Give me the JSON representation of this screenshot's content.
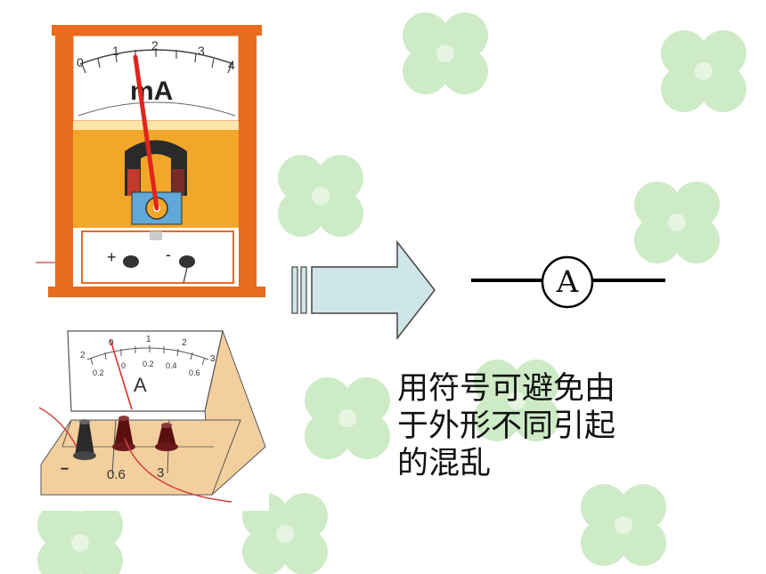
{
  "colors": {
    "background_leaf": "#cdebc6",
    "meter_frame": "#e86b1e",
    "meter_body": "#f2a72a",
    "needle": "#e0241d",
    "arrow_fill": "#cfe6e8"
  },
  "meter1": {
    "scale_labels": [
      "0",
      "1",
      "2",
      "3",
      "4"
    ],
    "unit": "mA",
    "plus_sign": "+",
    "minus_sign": "-"
  },
  "meter2": {
    "scale_labels": [
      "2",
      "0",
      "1",
      "2",
      "3"
    ],
    "small_labels": [
      "0.2",
      "0",
      "0.2",
      "0.4",
      "0.6"
    ],
    "unit": "A",
    "terminal_labels": [
      "−",
      "0.6",
      "3"
    ]
  },
  "symbol": {
    "letter": "A"
  },
  "caption": {
    "lines": [
      "用符号可避免由",
      "于外形不同引起",
      "的混乱"
    ]
  }
}
